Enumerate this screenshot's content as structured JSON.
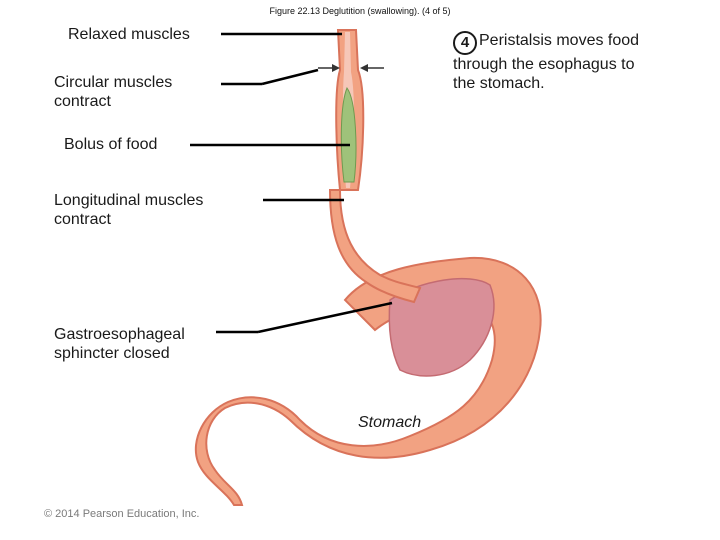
{
  "figure_caption": "Figure 22.13 Deglutition (swallowing). (4 of 5)",
  "step": {
    "number": "4",
    "text": "Peristalsis moves food through the esophagus to the stomach."
  },
  "labels": {
    "relaxed_muscles": "Relaxed muscles",
    "circular_muscles_line1": "Circular muscles",
    "circular_muscles_line2": "contract",
    "bolus": "Bolus of food",
    "longitudinal_line1": "Longitudinal muscles",
    "longitudinal_line2": "contract",
    "sphincter_line1": "Gastroesophageal",
    "sphincter_line2": "sphincter closed",
    "stomach": "Stomach"
  },
  "copyright": "© 2014 Pearson Education, Inc.",
  "colors": {
    "tissue": "#f2a282",
    "tissue_dark": "#d9735a",
    "lining": "#f6c7b8",
    "bolus": "#9fc27a",
    "leader": "#000000"
  }
}
